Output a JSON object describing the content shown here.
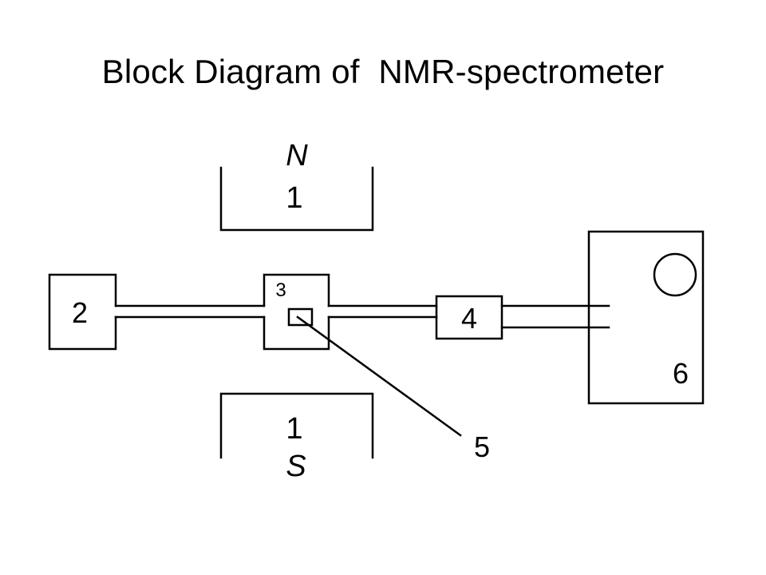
{
  "title": "Block Diagram of  NMR-spectrometer",
  "diagram": {
    "labels": {
      "magnet_top_pole": "N",
      "magnet_top_number": "1",
      "magnet_bottom_number": "1",
      "magnet_bottom_pole": "S",
      "block_2": "2",
      "block_3": "3",
      "block_4": "4",
      "block_5": "5",
      "block_6": "6"
    },
    "colors": {
      "stroke": "#000000",
      "background": "#ffffff"
    }
  }
}
